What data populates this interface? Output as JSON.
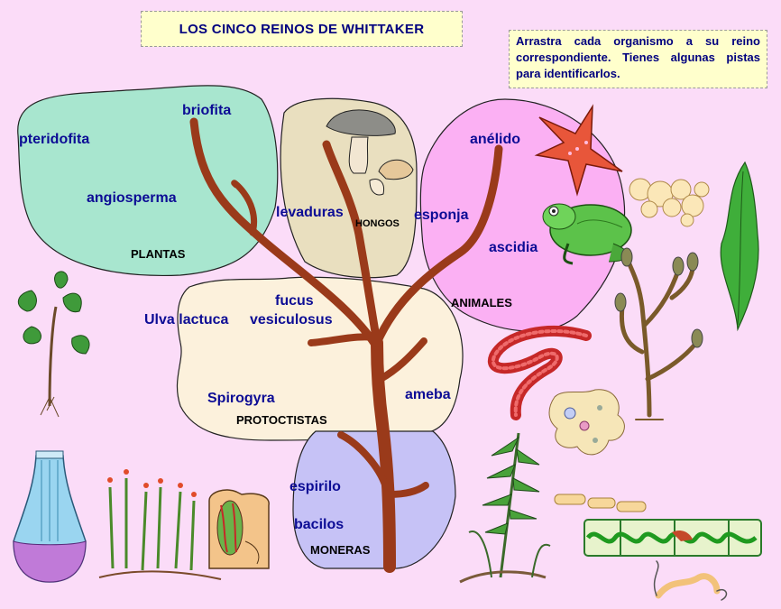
{
  "title": "LOS CINCO REINOS  DE  WHITTAKER",
  "instructions": "Arrastra cada organismo a su reino correspondiente. Tienes algunas pistas para identificarlos.",
  "kingdoms": {
    "plantas": "PLANTAS",
    "hongos": "HONGOS",
    "animales": "ANIMALES",
    "protoctistas": "PROTOCTISTAS",
    "moneras": "MONERAS"
  },
  "labels": {
    "briofita": "briofita",
    "pteridofita": "pteridofita",
    "angiosperma": "angiosperma",
    "levaduras": "levaduras",
    "anelido": "anélido",
    "esponja": "esponja",
    "ascidia": "ascidia",
    "fucus": "fucus",
    "vesiculosus": "vesiculosus",
    "ulva": "Ulva lactuca",
    "spirogyra": "Spirogyra",
    "ameba": "ameba",
    "espirilo": "espirilo",
    "bacilos": "bacilos"
  },
  "colors": {
    "background": "#fbdcf8",
    "plantas": "#a8e6cf",
    "hongos": "#e9dfbf",
    "animales": "#fbb0f3",
    "protoctistas": "#fcf1dc",
    "moneras": "#c6c2f6",
    "branch": "#9a3a1a",
    "label_text": "#0c0c95"
  },
  "organisms": [
    "mushroom-icon",
    "starfish-icon",
    "yeast-icon",
    "frog-icon",
    "seaweed-icon",
    "fucus-icon",
    "plant-icon",
    "earthworm-icon",
    "amoeba-icon",
    "sponge-icon",
    "moss-icon",
    "ascidian-icon",
    "fern-icon",
    "bacilli-icon",
    "spirogyra-icon",
    "spirillum-icon"
  ]
}
